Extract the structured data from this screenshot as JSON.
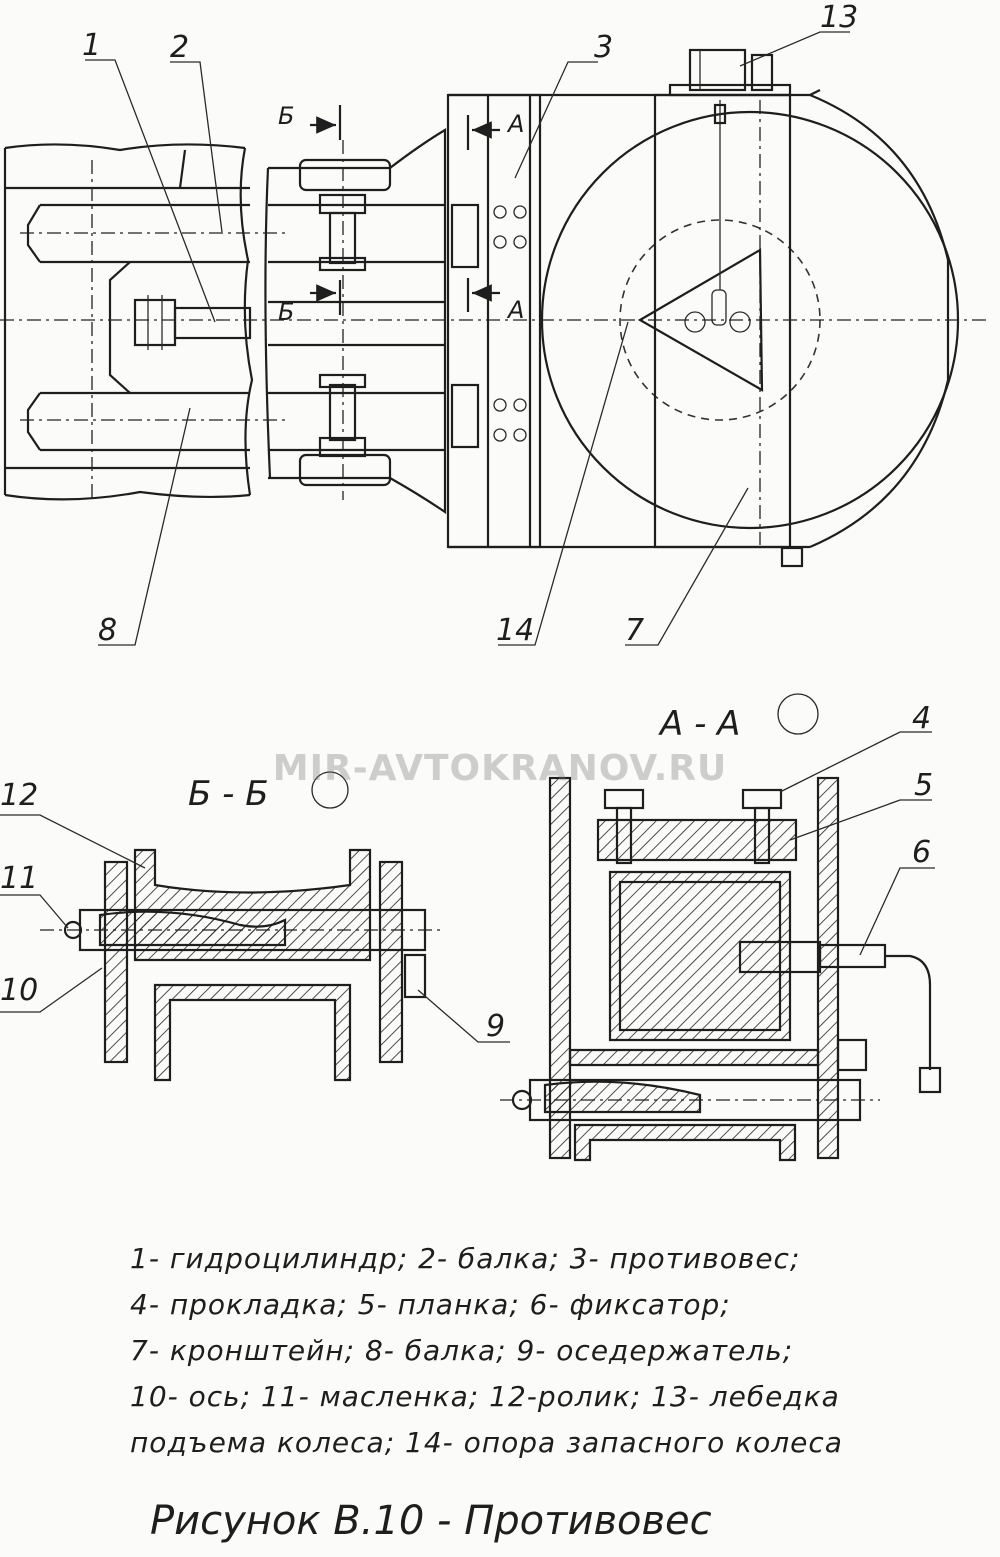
{
  "watermark": "MIR-AVTOKRANOV.RU",
  "callouts": [
    "1",
    "2",
    "3",
    "4",
    "5",
    "6",
    "7",
    "8",
    "9",
    "10",
    "11",
    "12",
    "13",
    "14"
  ],
  "section_marks": {
    "a": "А",
    "b": "Б",
    "view_aa": "А - А",
    "view_bb": "Б - Б"
  },
  "legend": [
    "1- гидроцилиндр; 2- балка; 3- противовес;",
    "4- прокладка; 5- планка; 6- фиксатор;",
    "7- кронштейн; 8- балка; 9- оседержатель;",
    "10- ось; 11- масленка; 12-ролик; 13- лебедка",
    "подъема колеса; 14- опора запасного колеса"
  ],
  "caption": "Рисунок В.10 - Противовес"
}
